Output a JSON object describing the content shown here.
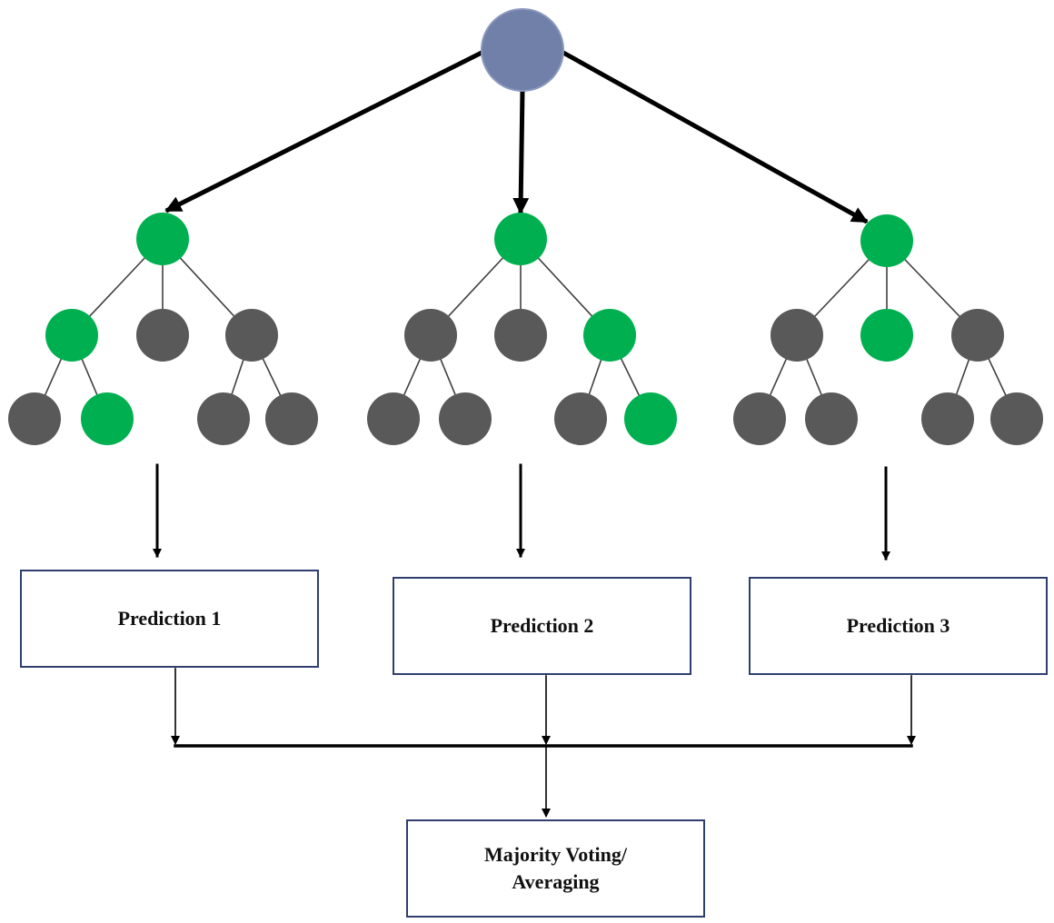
{
  "colors": {
    "root": "#7080a8",
    "root_stroke": "#8a97bd",
    "selected": "#00b050",
    "unselected": "#595959",
    "edge": "#404040",
    "arrow": "#000000",
    "box_border": "#2f3e6e"
  },
  "trees": [
    {
      "name": "tree-1",
      "path": [
        "root",
        "level1-left",
        "leaf-right"
      ],
      "level1": [
        "selected",
        "unselected",
        "unselected"
      ],
      "leaves": [
        "unselected",
        "selected",
        "unselected",
        "unselected"
      ]
    },
    {
      "name": "tree-2",
      "path": [
        "root",
        "level1-right",
        "leaf-right"
      ],
      "level1": [
        "unselected",
        "unselected",
        "selected"
      ],
      "leaves": [
        "unselected",
        "unselected",
        "unselected",
        "selected"
      ]
    },
    {
      "name": "tree-3",
      "path": [
        "root",
        "level1-middle"
      ],
      "level1": [
        "unselected",
        "selected",
        "unselected"
      ],
      "leaves": [
        "unselected",
        "unselected",
        "unselected",
        "unselected"
      ]
    }
  ],
  "predictions": [
    "Prediction 1",
    "Prediction 2",
    "Prediction 3"
  ],
  "final": {
    "line1": "Majority Voting/",
    "line2": "Averaging"
  }
}
